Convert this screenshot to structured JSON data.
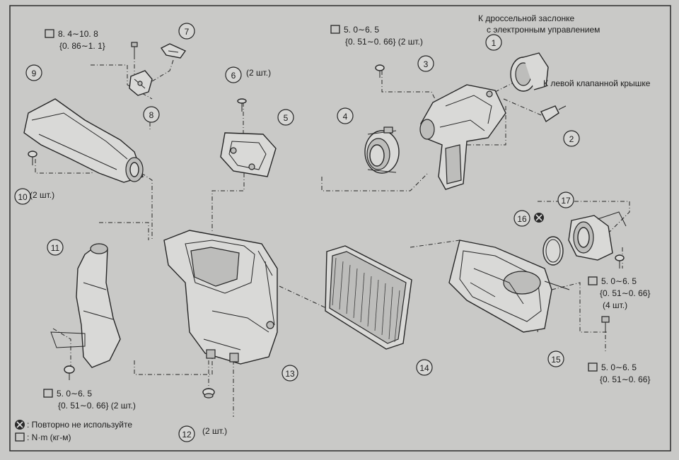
{
  "callouts": [
    {
      "id": "1",
      "text": "1"
    },
    {
      "id": "2",
      "text": "2"
    },
    {
      "id": "3",
      "text": "3"
    },
    {
      "id": "4",
      "text": "4"
    },
    {
      "id": "5",
      "text": "5"
    },
    {
      "id": "6",
      "text": "6"
    },
    {
      "id": "7",
      "text": "7"
    },
    {
      "id": "8",
      "text": "8"
    },
    {
      "id": "9",
      "text": "9"
    },
    {
      "id": "10",
      "text": "10"
    },
    {
      "id": "11",
      "text": "11"
    },
    {
      "id": "12",
      "text": "12"
    },
    {
      "id": "13",
      "text": "13"
    },
    {
      "id": "14",
      "text": "14"
    },
    {
      "id": "15",
      "text": "15"
    },
    {
      "id": "16",
      "text": "16"
    },
    {
      "id": "17",
      "text": "17"
    }
  ],
  "labels": {
    "throttle_line1": "К дроссельной заслонке",
    "throttle_line2": "с электронным управлением",
    "left_cover": "К левой клапанной крышке",
    "qty_6": "(2 шт.)",
    "qty_10": "(2 шт.)",
    "qty_12": "(2 шт.)"
  },
  "torques": {
    "t7_a": "8. 4∼10. 8",
    "t7_b": "{0. 86∼1. 1}",
    "t3_a": "5. 0∼6. 5",
    "t3_b": "{0. 51∼0. 66} (2 шт.)",
    "t11_a": "5. 0∼6. 5",
    "t11_b": "{0. 51∼0. 66} (2 шт.)",
    "t17_a": "5. 0∼6. 5",
    "t17_b": "{0. 51∼0. 66}",
    "t17_c": "(4 шт.)",
    "t15_a": "5. 0∼6. 5",
    "t15_b": "{0. 51∼0. 66}"
  },
  "legend": {
    "do_not_reuse": ": Повторно не используйте",
    "torque_unit": ": N·m (кг-м)"
  }
}
